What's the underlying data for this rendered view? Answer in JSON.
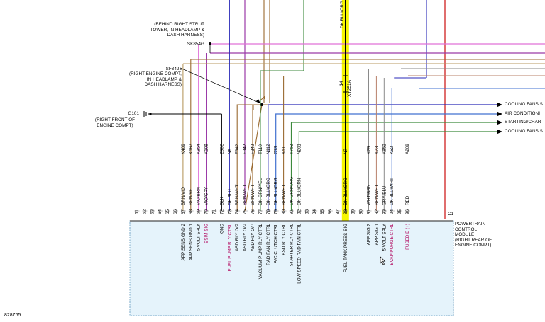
{
  "labels": {
    "strut_callout": "(BEHIND RIGHT STRUT\nTOWER, IN HEADLAMP &\nDASH HARNESS)",
    "splice_sk854g": "SK854G",
    "splice_sf342l": "SF342L",
    "engine_callout": "(RIGHT ENGINE COMPT,\nIN HEADLAMP &\nDASH HARNESS)",
    "ground_g101": "G101",
    "ground_callout": "(RIGHT FRONT OF\nENGINE COMPT)",
    "module": "POWERTRAIN\nCONTROL\nMODULE\n(RIGHT REAR OF\nENGINE COMPT)",
    "connector_id": "C1",
    "figure_number": "828765",
    "top_wire_color": "DK BLU/ORG",
    "splice_number": "14",
    "splice_circuit": "XY251A"
  },
  "destinations": [
    "COOLING FANS S",
    "AIR CONDITIONI",
    "STARTING/CHAR",
    "COOLING FANS S"
  ],
  "pins": [
    {
      "num": "61",
      "circuit": "",
      "color": "",
      "func": ""
    },
    {
      "num": "62",
      "circuit": "",
      "color": "",
      "func": ""
    },
    {
      "num": "63",
      "circuit": "",
      "color": "",
      "func": ""
    },
    {
      "num": "64",
      "circuit": "",
      "color": "",
      "func": ""
    },
    {
      "num": "65",
      "circuit": "",
      "color": "",
      "func": ""
    },
    {
      "num": "66",
      "circuit": "",
      "color": "",
      "func": ""
    },
    {
      "num": "67",
      "circuit": "K409",
      "color": "BRN/VIO",
      "func": "APP SENS GND 2"
    },
    {
      "num": "68",
      "circuit": "K167",
      "color": "BRN/YEL",
      "func": "APP SENS GND 1"
    },
    {
      "num": "69",
      "circuit": "K854",
      "color": "VIO/BRN",
      "func": "5 VOLT SPLY"
    },
    {
      "num": "70",
      "circuit": "K108",
      "color": "VIO/GRY",
      "func": "ESIM SIG"
    },
    {
      "num": "71",
      "circuit": "",
      "color": "",
      "func": ""
    },
    {
      "num": "72",
      "circuit": "Z902",
      "color": "BLK",
      "func": "GND"
    },
    {
      "num": "73",
      "circuit": "N9",
      "color": "DK BLU",
      "func": "FUEL PUMP RLY CTRL"
    },
    {
      "num": "74",
      "circuit": "F342",
      "color": "BRN/WHT",
      "func": "ASD RLY O/P"
    },
    {
      "num": "75",
      "circuit": "F342",
      "color": "BRN/WHT",
      "func": "ASD RLY O/P"
    },
    {
      "num": "76",
      "circuit": "F342",
      "color": "BRN/WHT",
      "func": "ASD RLY O/P"
    },
    {
      "num": "77",
      "circuit": "T110",
      "color": "DK GRN/YEL",
      "func": "VACUUM PUMP RLY CTRL"
    },
    {
      "num": "78",
      "circuit": "N112",
      "color": "DK BLU/ORG",
      "func": "RAD FAN RLY CTRL"
    },
    {
      "num": "79",
      "circuit": "C13",
      "color": "DK BLU/ORG",
      "func": "A/C CLUTCH CTRL"
    },
    {
      "num": "80",
      "circuit": "K51",
      "color": "BRN/WHT",
      "func": "ASD RLY CTRL"
    },
    {
      "num": "81",
      "circuit": "T752",
      "color": "DK GRN/ORG",
      "func": "STARTER RLY CTRL"
    },
    {
      "num": "82",
      "circuit": "N201",
      "color": "DK BLU/GRN",
      "func": "LOW SPEED RAD FAN CTRL"
    },
    {
      "num": "83",
      "circuit": "",
      "color": "",
      "func": ""
    },
    {
      "num": "84",
      "circuit": "",
      "color": "",
      "func": ""
    },
    {
      "num": "85",
      "circuit": "",
      "color": "",
      "func": ""
    },
    {
      "num": "86",
      "circuit": "",
      "color": "",
      "func": ""
    },
    {
      "num": "87",
      "circuit": "",
      "color": "",
      "func": ""
    },
    {
      "num": "88",
      "circuit": "N7",
      "color": "DK BLU/ORG",
      "func": "FUEL TANK PRESS SIG"
    },
    {
      "num": "89",
      "circuit": "",
      "color": "",
      "func": ""
    },
    {
      "num": "90",
      "circuit": "",
      "color": "",
      "func": ""
    },
    {
      "num": "91",
      "circuit": "K29",
      "color": "WHT/BRN",
      "func": "APP SIG 2"
    },
    {
      "num": "92",
      "circuit": "K23",
      "color": "BRN/WHT",
      "func": "APP SIG 1"
    },
    {
      "num": "93",
      "circuit": "K852",
      "color": "GRY/BLU",
      "func": "5 VOLT SPLY"
    },
    {
      "num": "94",
      "circuit": "K52",
      "color": "DK BLU/WHT",
      "func": "EVAP PURGE CTRL"
    },
    {
      "num": "95",
      "circuit": "",
      "color": "",
      "func": ""
    },
    {
      "num": "96",
      "circuit": "A209",
      "color": "RED",
      "func": "FUSED B (+)"
    }
  ],
  "colors": {
    "highlight": "#f5f500",
    "module_fill": "#e5f3fb",
    "module_border": "#7aaac8",
    "func_text_red": "#b0005a",
    "wire_vio": "#9b3aa8",
    "wire_pink": "#e070d8",
    "wire_brn": "#9a6a30",
    "wire_tan": "#b89a62",
    "wire_grn": "#3c8a3c",
    "wire_blue": "#2a2ab8",
    "wire_lblue": "#4070d0",
    "wire_red": "#d02020",
    "wire_gray": "#8a8a8a",
    "wire_orn": "#b8806a"
  }
}
